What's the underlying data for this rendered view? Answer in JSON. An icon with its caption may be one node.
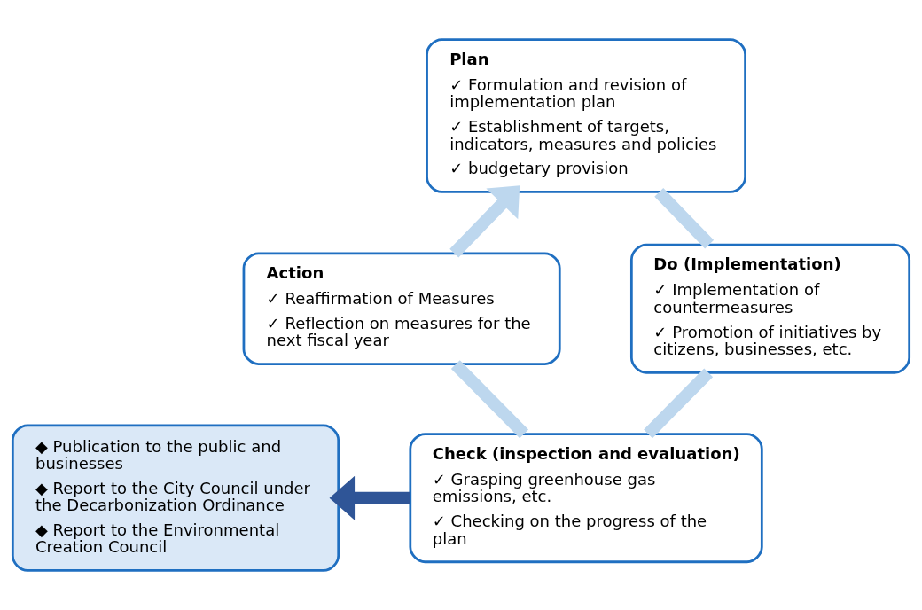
{
  "diagram": {
    "nodes": [
      {
        "text": [
          "Plan",
          "✓ Formulation and revision of implementation plan",
          "✓ Establishment of targets, indicators, measures and policies",
          "✓ budgetary provision"
        ]
      },
      {
        "text": [
          "Do (Implementation)",
          "✓ Implementation of countermeasures",
          "✓ Promotion of initiatives by citizens, businesses, etc."
        ]
      },
      {
        "text": [
          "Check (inspection and evaluation)",
          "✓ Grasping greenhouse gas emissions, etc.",
          "✓ Checking on the progress of the plan"
        ]
      },
      {
        "text": [
          "Action",
          "✓ Reaffirmation of Measures",
          "✓ Reflection on measures for the next fiscal year"
        ]
      },
      {
        "text": [
          "◆ Publication to the public and businesses",
          "◆ Report to the City Council under the Decarbonization Ordinance",
          "◆ Report to the Environmental Creation Council"
        ]
      }
    ],
    "edges": [
      {
        "from": 0,
        "to": 1,
        "arrow": "none",
        "color": "#bdd7ee"
      },
      {
        "from": 1,
        "to": 2,
        "arrow": "none",
        "color": "#bdd7ee"
      },
      {
        "from": 2,
        "to": 3,
        "arrow": "none",
        "color": "#bdd7ee"
      },
      {
        "from": 3,
        "to": 0,
        "arrow": "to",
        "color": "#bdd7ee"
      },
      {
        "from": 2,
        "to": 4,
        "arrow": "to",
        "color": "#2f5597"
      }
    ]
  }
}
